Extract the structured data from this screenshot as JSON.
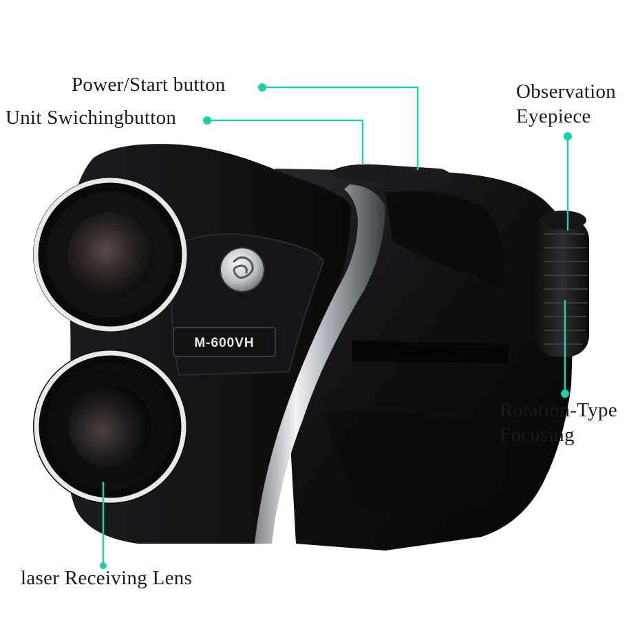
{
  "product": {
    "model_label": "M-600VH"
  },
  "callouts": {
    "power_button": "Power/Start button",
    "unit_button": "Unit Swichingbutton",
    "eyepiece_line1": "Observation",
    "eyepiece_line2": "Eyepiece",
    "focusing_line1": "Rotation-Type",
    "focusing_line2": "Focusing",
    "receiving_lens": "laser Receiving Lens"
  },
  "colors": {
    "callout_accent": "#1fcfa8",
    "body": "#0e0f11",
    "chrome": "#c8cbd0",
    "text": "#1a1a1a"
  }
}
